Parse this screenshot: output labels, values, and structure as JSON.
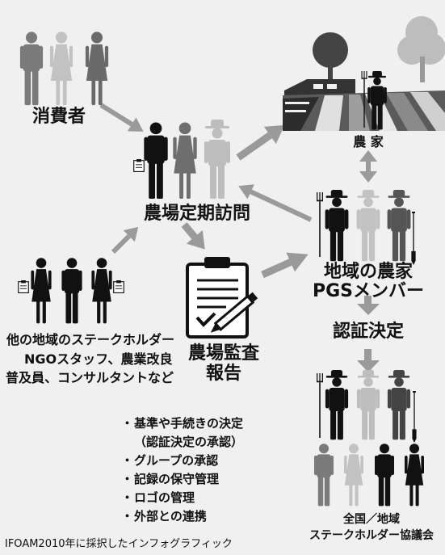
{
  "labels": {
    "consumers": "消費者",
    "farmer": "農 家",
    "farm_visit": "農場定期訪問",
    "local_farmers_line1": "地域の農家",
    "local_farmers_line2": "PGSメンバー",
    "certification_decision": "認証決定",
    "other_stakeholders_line1": "他の地域のステークホルダー",
    "other_stakeholders_line2": "NGOスタッフ、農業改良",
    "other_stakeholders_line3": "普及員、コンサルタントなど",
    "farm_audit_report_line1": "農場監査",
    "farm_audit_report_line2": "報告",
    "council_line1": "全国／地域",
    "council_line2": "ステークホルダー協議会"
  },
  "bullets": [
    {
      "marker": "・",
      "text": "基準や手続きの決定"
    },
    {
      "marker": "",
      "text": "（認証決定の承認）"
    },
    {
      "marker": "・",
      "text": "グループの承認"
    },
    {
      "marker": "・",
      "text": "記録の保守管理"
    },
    {
      "marker": "・",
      "text": "ロゴの管理"
    },
    {
      "marker": "・",
      "text": "外部との連携"
    }
  ],
  "footer": "IFOAM2010年に採択したインフォグラフィック",
  "colors": {
    "background": "#f0f0f0",
    "arrow": "#9a9a9a",
    "figure_dark": "#111111",
    "figure_mid": "#6e6e6e",
    "figure_light": "#bdbdbd"
  },
  "icons": [
    "person-icon",
    "farmer-hat-icon",
    "tree-icon",
    "field-icon",
    "clipboard-icon",
    "pencil-icon",
    "shovel-icon",
    "pitchfork-icon"
  ]
}
